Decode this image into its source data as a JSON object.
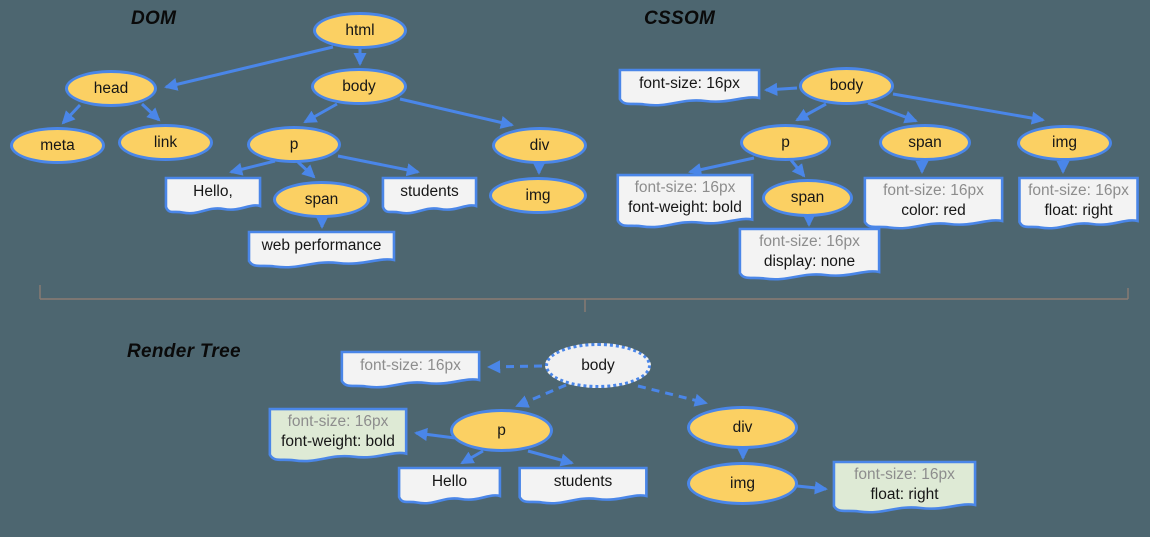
{
  "titles": {
    "dom": "DOM",
    "cssom": "CSSOM",
    "render": "Render Tree"
  },
  "dom": {
    "nodes": {
      "html": "html",
      "head": "head",
      "body": "body",
      "meta": "meta",
      "link": "link",
      "p": "p",
      "span": "span",
      "div": "div",
      "img": "img"
    },
    "texts": {
      "hello": "Hello,",
      "students": "students",
      "webperf": "web performance"
    }
  },
  "cssom": {
    "nodes": {
      "body": "body",
      "p": "p",
      "span_in_p": "span",
      "span": "span",
      "img": "img"
    },
    "notes": {
      "body": {
        "l1": "font-size: 16px"
      },
      "p": {
        "l1": "font-size: 16px",
        "l2": "font-weight: bold"
      },
      "span_in_p": {
        "l1": "font-size: 16px",
        "l2": "display: none"
      },
      "span": {
        "l1": "font-size: 16px",
        "l2": "color: red"
      },
      "img": {
        "l1": "font-size: 16px",
        "l2": "float: right"
      }
    }
  },
  "render": {
    "nodes": {
      "body": "body",
      "p": "p",
      "div": "div",
      "img": "img"
    },
    "texts": {
      "hello": "Hello",
      "students": "students"
    },
    "notes": {
      "body": {
        "l1": "font-size: 16px"
      },
      "p": {
        "l1": "font-size: 16px",
        "l2": "font-weight: bold"
      },
      "img": {
        "l1": "font-size: 16px",
        "l2": "float: right"
      }
    }
  },
  "colors": {
    "accent_blue": "#4a86e8",
    "node_yellow": "#fbd063",
    "note_gray_fill": "#f3f3f3",
    "note_green_fill": "#deead5",
    "background": "#4d6670",
    "inherited_text_gray": "#8d8d8d"
  }
}
